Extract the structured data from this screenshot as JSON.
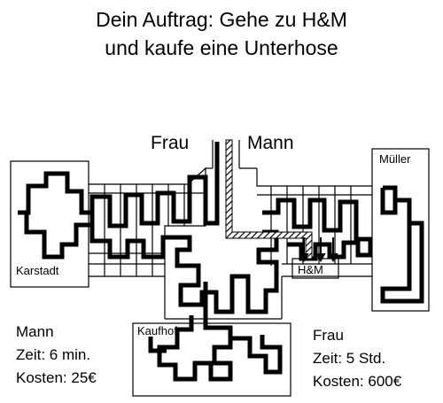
{
  "title": {
    "line1": "Dein Auftrag: Gehe zu H&M",
    "line2": "und kaufe eine Unterhose"
  },
  "entrances": {
    "frau": "Frau",
    "mann": "Mann"
  },
  "stores": {
    "karstadt": "Karstadt",
    "mueller": "Müller",
    "hm": "H&M",
    "kaufhof": "Kaufhof"
  },
  "mann_stats": {
    "label": "Mann",
    "zeit": "Zeit: 6 min.",
    "kosten": "Kosten: 25€"
  },
  "frau_stats": {
    "label": "Frau",
    "zeit": "Zeit: 5 Std.",
    "kosten": "Kosten: 600€"
  }
}
